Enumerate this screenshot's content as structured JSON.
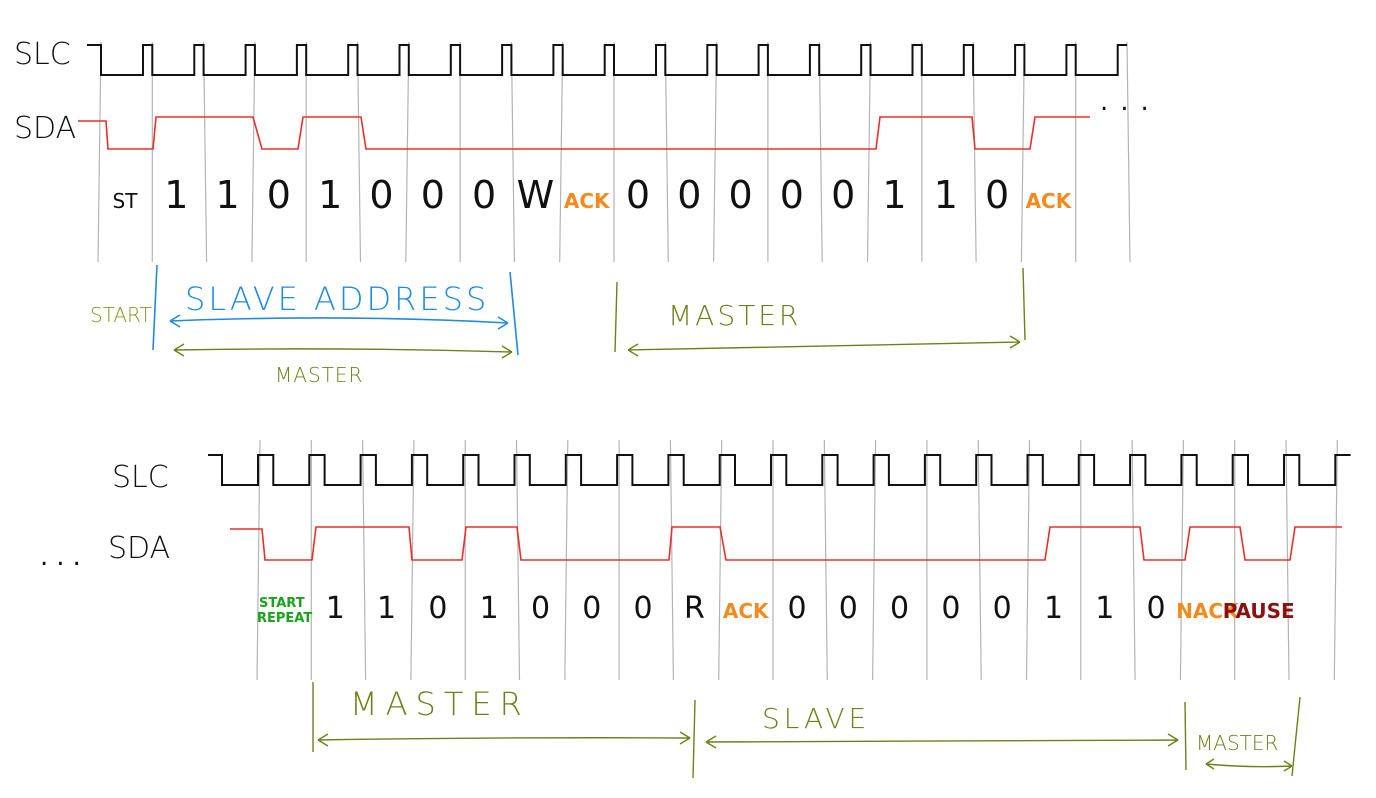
{
  "colors": {
    "clock": "#111111",
    "sda": "#e8302a",
    "grid": "#b4b4b4",
    "bits": "#111111",
    "ack": "#f28a1e",
    "start": "#7f9a1e",
    "start_repeat": "#1aa31a",
    "address": "#1f8ae0",
    "master": "#6f7f1a",
    "slave": "#6f7f1a",
    "pause": "#8b1010"
  },
  "top": {
    "scl_label": "SLC",
    "sda_label": "SDA",
    "continuation": "...",
    "bit_labels": [
      "ST",
      "1",
      "1",
      "0",
      "1",
      "0",
      "0",
      "0",
      "W",
      "ACK",
      "0",
      "0",
      "0",
      "0",
      "0",
      "1",
      "1",
      "0",
      "ACK"
    ],
    "start_label": "START",
    "address_label": "SLAVE ADDRESS",
    "master_label_1": "MASTER",
    "master_label_2": "MASTER"
  },
  "bottom": {
    "scl_label": "SLC",
    "sda_label": "SDA",
    "continuation": "...",
    "start_repeat_line1": "START",
    "start_repeat_line2": "REPEAT",
    "bit_labels": [
      "1",
      "1",
      "0",
      "1",
      "0",
      "0",
      "0",
      "R",
      "ACK",
      "0",
      "0",
      "0",
      "0",
      "0",
      "1",
      "1",
      "0",
      "NACK",
      "PAUSE"
    ],
    "master_label_1": "MASTER",
    "slave_label": "SLAVE",
    "master_label_2": "MASTER"
  }
}
